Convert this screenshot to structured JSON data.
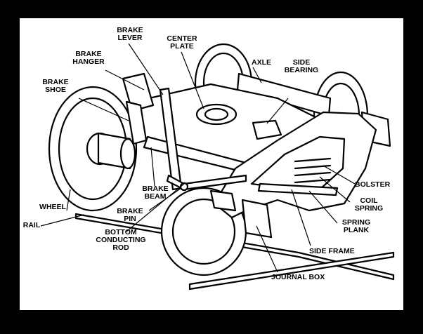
{
  "labels": {
    "brake_hanger": [
      "BRAKE",
      "HANGER"
    ],
    "brake_lever": [
      "BRAKE",
      "LEVER"
    ],
    "center_plate": [
      "CENTER",
      "PLATE"
    ],
    "axle": [
      "AXLE"
    ],
    "side_bearing": [
      "SIDE",
      "BEARING"
    ],
    "brake_shoe": [
      "BRAKE",
      "SHOE"
    ],
    "brake_beam": [
      "BRAKE",
      "BEAM"
    ],
    "wheel": [
      "WHEEL"
    ],
    "brake_pin": [
      "BRAKE",
      "PIN"
    ],
    "rail": [
      "RAIL"
    ],
    "bottom_conducting_rod": [
      "BOTTOM",
      "CONDUCTING",
      "ROD"
    ],
    "bolster": [
      "BOLSTER"
    ],
    "coil_spring": [
      "COIL",
      "SPRING"
    ],
    "spring_plank": [
      "SPRING",
      "PLANK"
    ],
    "side_frame": [
      "SIDE FRAME"
    ],
    "journal_box": [
      "JOURNAL BOX"
    ]
  }
}
